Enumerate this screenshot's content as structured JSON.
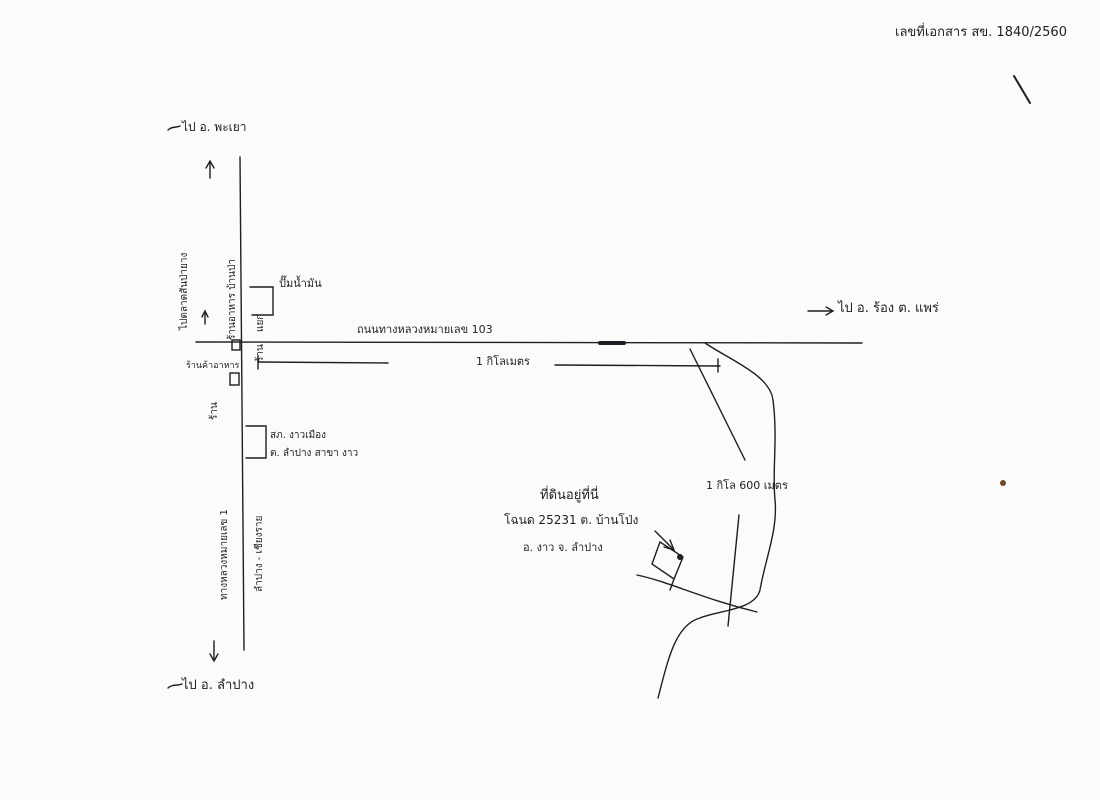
{
  "document": {
    "doc_number": "เลขที่เอกสาร สข. 1840/2560"
  },
  "directions": {
    "north": "ไป อ. พะเยา",
    "south": "ไป อ. ลำปาง",
    "east": "ไป อ. ร้อง ต. แพร่",
    "west": "ไปตลาดสันป่ายาง"
  },
  "roads": {
    "highway_103": "ถนนทางหลวงหมายเลข 103",
    "main_road": "ทางหลวงหมายเลข 1",
    "main_road_sub": "ลำปาง - เชียงราย"
  },
  "landmarks": {
    "top_right_place": "ปั๊มน้ำมัน",
    "crossroad_east": "แยก",
    "near_road_east": "ร้าน",
    "house_block": "ร้านค้าอาหาร",
    "shop_west": "ร้าน",
    "pttt_line1": "สภ. งาวเมือง",
    "pttt_line2": "ต. ลำปาง สาขา งาว",
    "vertical_near_cross": "ร้านอาหาร บ้านป่า"
  },
  "distances": {
    "first": "1 กิโลเมตร",
    "second": "1 กิโล 600 เมตร"
  },
  "target": {
    "title": "ที่ดินอยู่ที่นี่",
    "line1": "โฉนด 25231 ต. บ้านโป่ง",
    "line2": "อ. งาว จ. ลำปาง"
  }
}
